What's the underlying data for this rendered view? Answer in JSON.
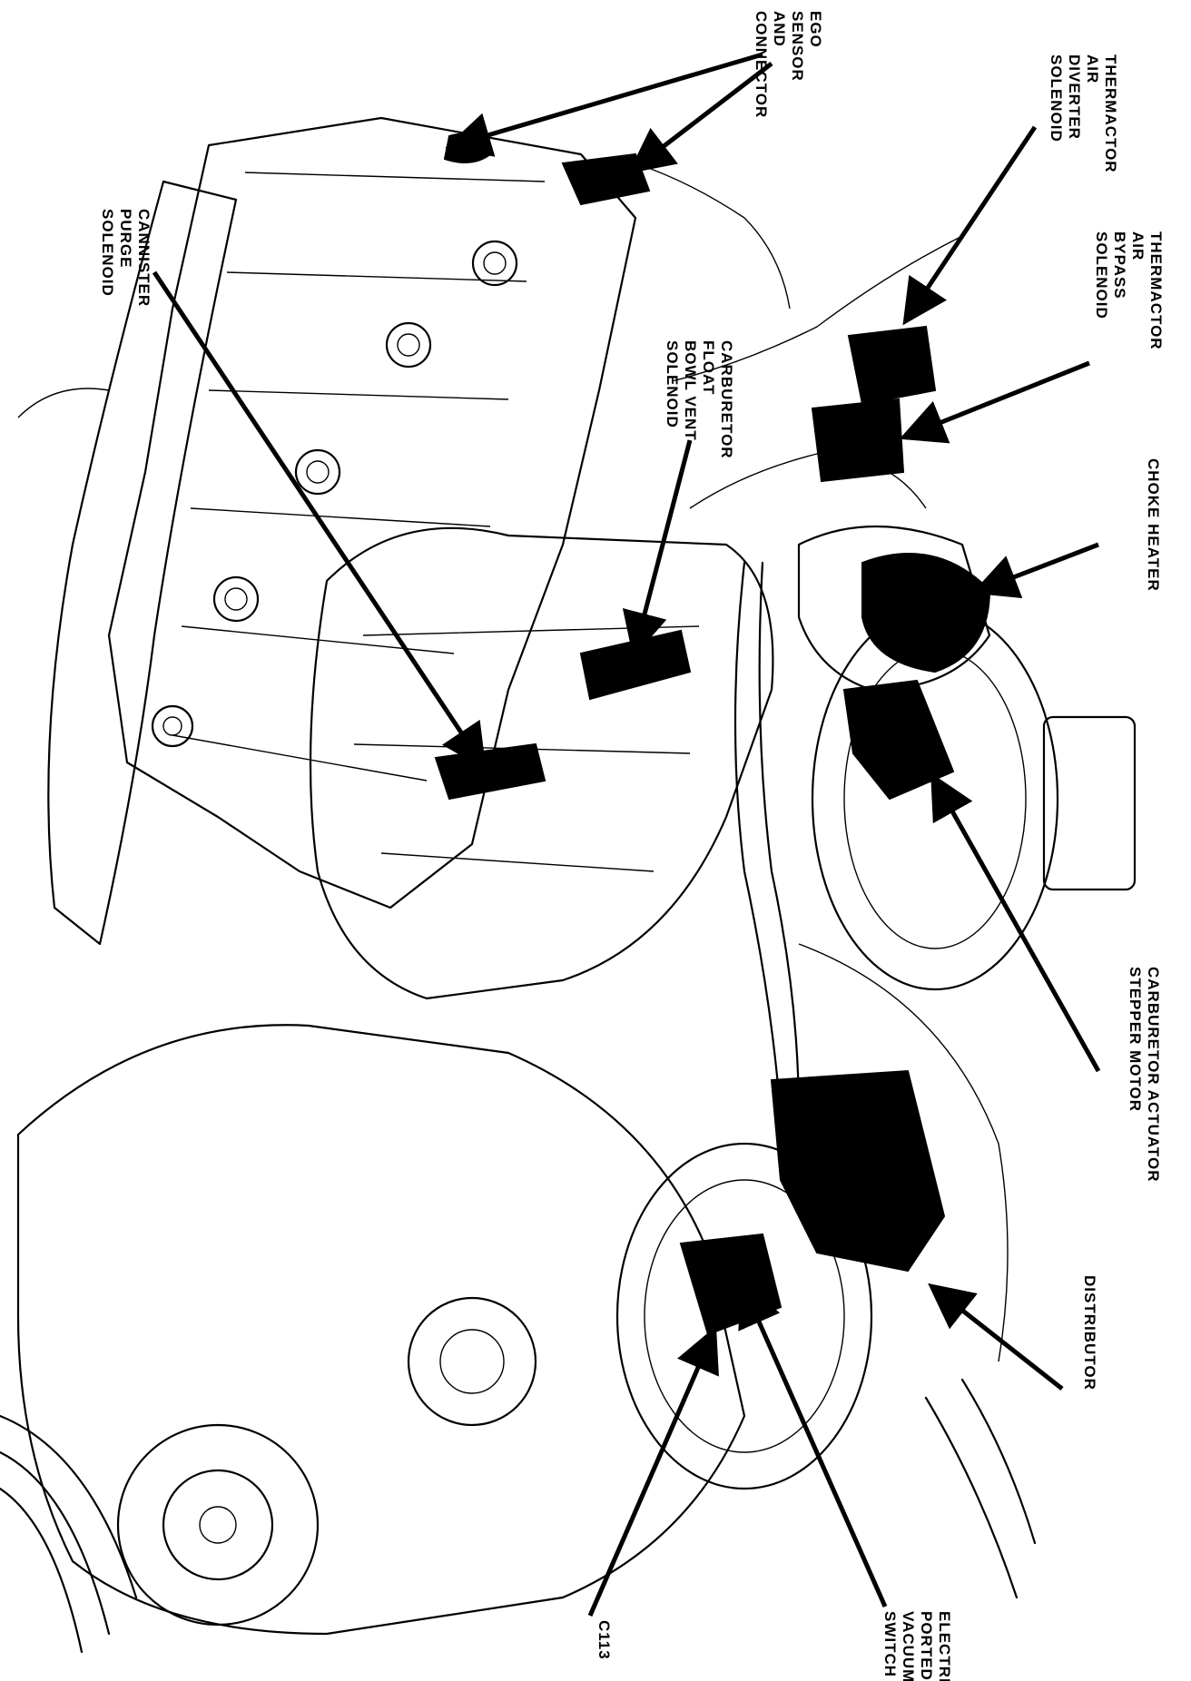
{
  "labels": {
    "ego": [
      "EGO",
      "SENSOR",
      "AND",
      "CONNECTOR"
    ],
    "thermactor_air_diverter": [
      "THERMACTOR",
      "AIR",
      "DIVERTER",
      "SOLENOID"
    ],
    "thermactor_air_bypass": [
      "THERMACTOR",
      "AIR",
      "BYPASS",
      "SOLENOID"
    ],
    "canister_purge": [
      "CANNISTER",
      "PURGE",
      "SOLENOID"
    ],
    "carburetor_float_bowl_vent": [
      "CARBURETOR",
      "FLOAT",
      "BOWL VENT",
      "SOLENOID"
    ],
    "choke_heater": [
      "CHOKE HEATER"
    ],
    "carburetor_actuator_stepper": [
      "CARBURETOR ACTUATOR",
      "STEPPER MOTOR"
    ],
    "distributor": [
      "DISTRIBUTOR"
    ],
    "electric_ported_vacuum_switch": [
      "ELECTRIC",
      "PORTED",
      "VACUUM",
      "SWITCH"
    ],
    "c113": [
      "C113"
    ]
  },
  "colors": {
    "ink": "#000000",
    "paper": "#ffffff"
  }
}
